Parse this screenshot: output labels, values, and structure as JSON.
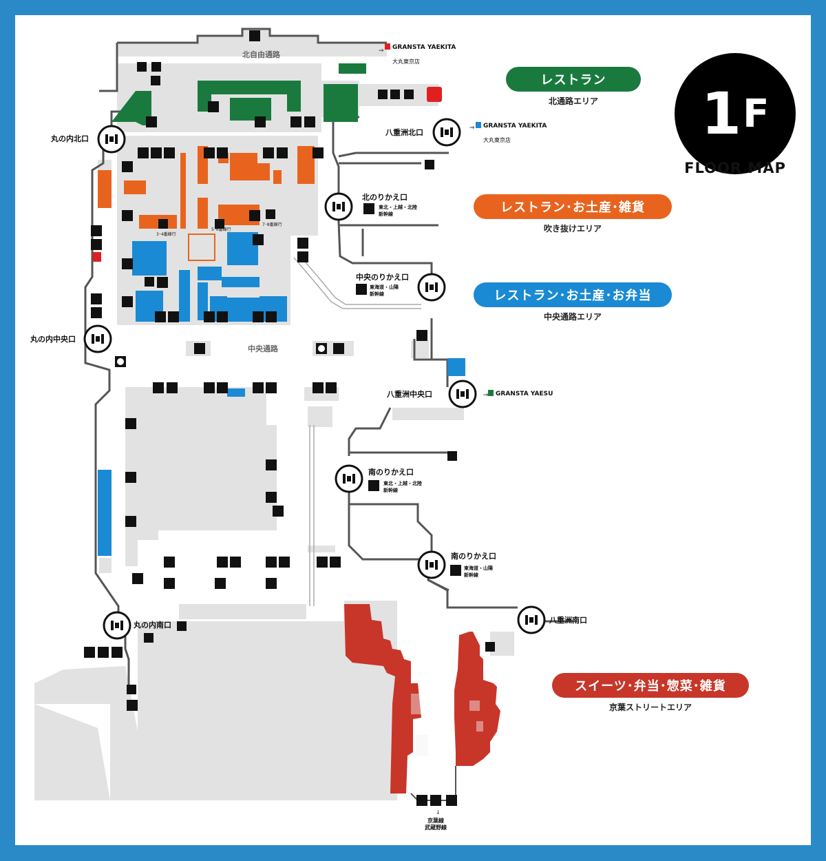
{
  "floor": {
    "number": "1",
    "suffix": "F",
    "title": "FLOOR MAP"
  },
  "colors": {
    "border": "#2a8ac8",
    "restaurant": "#1a7a3e",
    "restaurant_souvenir_goods": "#e8641e",
    "restaurant_souvenir_bento": "#1a8ad4",
    "sweets_bento": "#c8362a",
    "floor_gray": "#dedede",
    "path_line": "#555555"
  },
  "areas": [
    {
      "label": "レストラン",
      "sub": "北通路エリア",
      "color_key": "restaurant"
    },
    {
      "label": "レストラン･お土産･雑貨",
      "sub": "吹き抜けエリア",
      "color_key": "restaurant_souvenir_goods"
    },
    {
      "label": "レストラン･お土産･お弁当",
      "sub": "中央通路エリア",
      "color_key": "restaurant_souvenir_bento"
    },
    {
      "label": "スイーツ･弁当･惣菜･雑貨",
      "sub": "京葉ストリートエリア",
      "color_key": "sweets_bento"
    }
  ],
  "gates": {
    "marunouchi_north": "丸の内北口",
    "marunouchi_central": "丸の内中央口",
    "marunouchi_south": "丸の内南口",
    "yaesu_north": "八重洲北口",
    "yaesu_central": "八重洲中央口",
    "yaesu_south": "八重洲南口",
    "transfer_north": "北のりかえ口",
    "transfer_central": "中央のりかえ口",
    "transfer_south_1": "南のりかえ口",
    "transfer_south_2": "南のりかえ口"
  },
  "lines": {
    "tohoku_joetsu_hokuriku_1": "東北・上越・北陸",
    "tohoku_joetsu_hokuriku_2": "新幹線",
    "tokaido_sanyo_1": "東海道・山陽",
    "tokaido_sanyo_2": "新幹線"
  },
  "passages": {
    "north_free": "北自由通路",
    "central": "中央通路"
  },
  "links": {
    "gransta_yaekita_1": "GRANSTA YAEKITA",
    "gransta_yaekita_1_sub": "大丸東京店",
    "gransta_yaekita_2": "GRANSTA YAEKITA",
    "gransta_yaekita_2_sub": "大丸東京店",
    "gransta_yaesu": "GRANSTA YAESU"
  },
  "platform_labels": {
    "p34": "3･4番線行",
    "p56": "5･6番線行",
    "p78": "7･8番線行"
  },
  "keiyo_line": {
    "line1": "京葉線",
    "line2": "武蔵野線"
  }
}
